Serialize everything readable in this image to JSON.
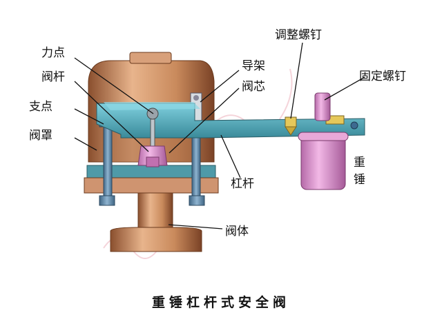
{
  "labels": {
    "lidian": "力点",
    "fagan": "阀杆",
    "zhidian": "支点",
    "fazhao": "阀罩",
    "daojia": "导架",
    "faxin": "阀芯",
    "tiaozheng": "调整螺钉",
    "guding": "固定螺钉",
    "zhong": "重",
    "chui": "锤",
    "gangan": "杠杆",
    "fati": "阀体"
  },
  "caption": "重锤杠杆式安全阀",
  "colors": {
    "body_copper": "#c98a5c",
    "lever_teal": "#4fa8b8",
    "weight_pink": "#d98fc8",
    "bolt_blue": "#5d86a8",
    "base_brown": "#b5714a"
  }
}
